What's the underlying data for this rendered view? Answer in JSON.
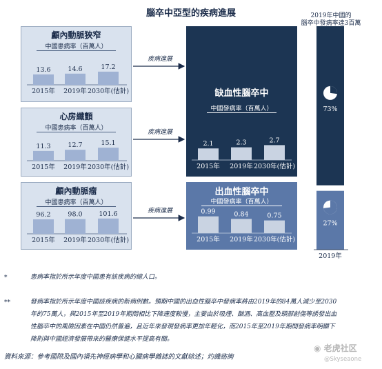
{
  "title": "腦卒中亞型的疾病進展",
  "side_header": [
    "2019年中國的",
    "腦卒中發病率達3百萬"
  ],
  "arrow_label": "疾病進展",
  "chart_data": [
    {
      "type": "bar",
      "id": "ica",
      "title": "顱內動脈狹窄",
      "subtitle": "中國患病率（百萬人）",
      "categories": [
        "2015年",
        "2019年",
        "2030年(估計)"
      ],
      "values": [
        13.6,
        14.6,
        17.2
      ],
      "labels": [
        "13.6",
        "14.6",
        "17.2"
      ],
      "ylim": [
        0,
        18
      ]
    },
    {
      "type": "bar",
      "id": "af",
      "title": "心房纖顫",
      "subtitle": "中國患病率（百萬人）",
      "categories": [
        "2015年",
        "2019年",
        "2030年(估計)"
      ],
      "values": [
        11.3,
        12.7,
        15.1
      ],
      "labels": [
        "11.3",
        "12.7",
        "15.1"
      ],
      "ylim": [
        0,
        16
      ]
    },
    {
      "type": "bar",
      "id": "ian",
      "title": "顱內動脈瘤",
      "subtitle": "中國患病率（百萬人）",
      "categories": [
        "2015年",
        "2019年",
        "2030年(估計)"
      ],
      "values": [
        96.2,
        98.0,
        101.6
      ],
      "labels": [
        "96.2",
        "98.0",
        "101.6"
      ],
      "ylim": [
        0,
        110
      ]
    },
    {
      "type": "bar",
      "id": "isc",
      "title": "缺血性腦卒中",
      "subtitle": "中國發病率（百萬人）",
      "categories": [
        "2015年",
        "2019年",
        "2030年(估計)"
      ],
      "values": [
        2.1,
        2.3,
        2.7
      ],
      "labels": [
        "2.1",
        "2.3",
        "2.7"
      ],
      "ylim": [
        0,
        3
      ]
    },
    {
      "type": "bar",
      "id": "hem",
      "title": "出血性腦卒中",
      "subtitle": "中國發病率（百萬人）",
      "categories": [
        "2015年",
        "2019年",
        "2030年(估計)"
      ],
      "values": [
        0.99,
        0.84,
        0.75
      ],
      "labels": [
        "0.99",
        "0.84",
        "0.75"
      ],
      "ylim": [
        0,
        1.1
      ]
    },
    {
      "type": "bar",
      "id": "share",
      "categories": [
        "2019年"
      ],
      "series": [
        {
          "name": "缺血性腦卒中",
          "values": [
            73
          ]
        },
        {
          "name": "出血性腦卒中",
          "values": [
            27
          ]
        }
      ],
      "labels": [
        "73%",
        "27%"
      ]
    }
  ],
  "notes": [
    {
      "mark": "*",
      "text": "患病率指於所示年度中國患有該疾病的總人口。"
    },
    {
      "mark": "**",
      "lines": [
        "發病率指於所示年度中國該疾病的新病例數。預期中國的出血性腦卒中發病率將由2019年的84萬人減少至2030",
        "年的75萬人，與2015年至2019年期間相比下降速度較慢，主要由於吸煙、酗酒、高血壓及頭部創傷等誘發出血",
        "性腦卒中的風險因素在中國仍然普遍，且近年來發現發病率更加年輕化，而2015年至2019年期間發病率明顯下",
        "降則與中國經濟發展帶來的醫療保健水平提高有關。"
      ]
    }
  ],
  "source": "資料來源：參考國際及國內領先神經病學和心臟病學雜誌的文獻綜述；灼識諮詢",
  "watermark": {
    "brand": "老虎社区",
    "handle": "@Skyseaone"
  },
  "colors": {
    "navy": "#1c3553",
    "mid_blue": "#5b78a8",
    "light_panel": "#d9e2ee",
    "bar_light": "#9fb2d3",
    "bar_pale": "#c9d3e2"
  }
}
